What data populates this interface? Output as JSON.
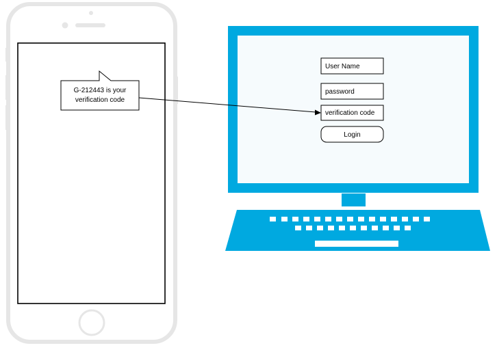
{
  "phone": {
    "sms_line1": "G-212443 is your",
    "sms_line2": "verification code"
  },
  "computer": {
    "username_placeholder": "User Name",
    "password_placeholder": "password",
    "code_placeholder": "verification code",
    "login_label": "Login"
  },
  "colors": {
    "phone_outline": "#e6e6e6",
    "screen_border": "#000000",
    "laptop_blue": "#00a9e0",
    "laptop_screen": "#f6fbfd",
    "keys": "#ffffff"
  }
}
